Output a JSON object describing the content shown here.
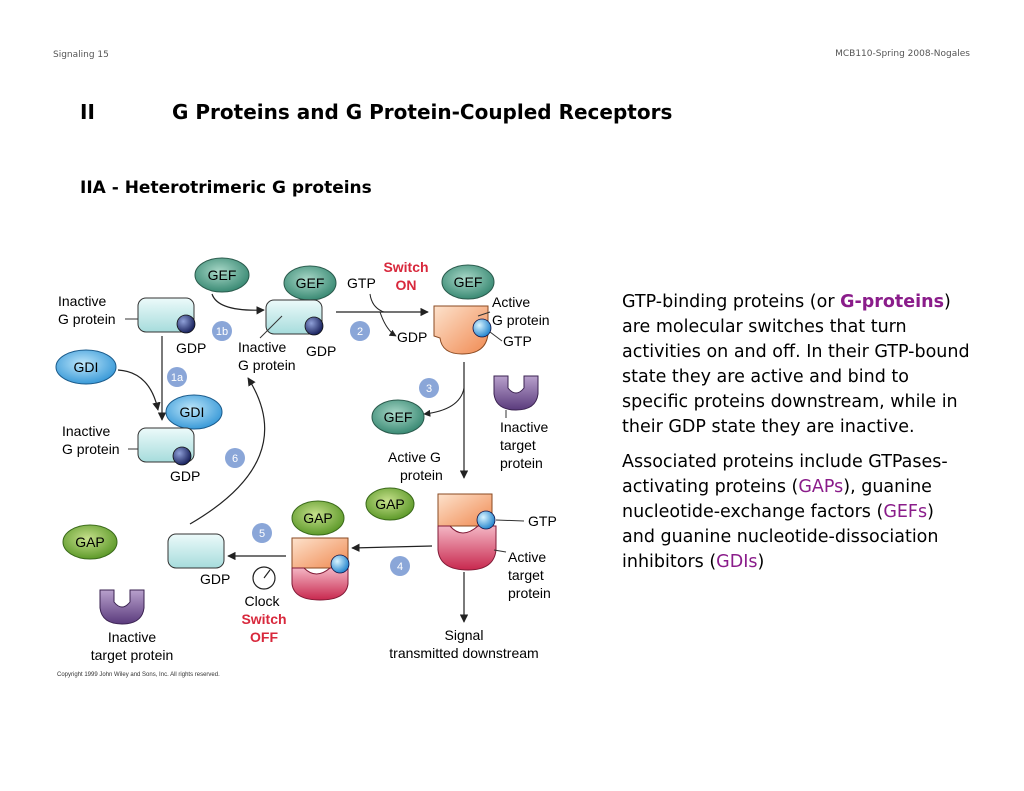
{
  "header": {
    "left": "Signaling 15",
    "right": "MCB110-Spring 2008-Nogales"
  },
  "title": {
    "section": "II",
    "text": "G Proteins and G Protein-Coupled Receptors"
  },
  "subtitle": "IIA - Heterotrimeric G proteins",
  "diagram": {
    "labels": {
      "inactive_g_protein_1_line1": "Inactive",
      "inactive_g_protein_1_line2": "G protein",
      "gdp_1": "GDP",
      "gef_1": "GEF",
      "gef_2": "GEF",
      "gtp_in": "GTP",
      "gdp_2": "GDP",
      "inactive_g_protein_2_line1": "Inactive",
      "inactive_g_protein_2_line2": "G protein",
      "switch_on_line1": "Switch",
      "switch_on_line2": "ON",
      "gef_3": "GEF",
      "gdp_out": "GDP",
      "active_g_protein_line1": "Active",
      "active_g_protein_line2": "G protein",
      "gtp_active": "GTP",
      "gdi_1": "GDI",
      "gdi_2": "GDI",
      "inactive_g_protein_3_line1": "Inactive",
      "inactive_g_protein_3_line2": "G protein",
      "gdp_3": "GDP",
      "gef_released": "GEF",
      "inactive_target_line1": "Inactive",
      "inactive_target_line2": "target",
      "inactive_target_line3": "protein",
      "active_g_protein_2_line1": "Active G",
      "active_g_protein_2_line2": "protein",
      "gap_1": "GAP",
      "gap_2": "GAP",
      "gap_3": "GAP",
      "gtp_complex": "GTP",
      "active_target_line1": "Active",
      "active_target_line2": "target",
      "active_target_line3": "protein",
      "gdp_4": "GDP",
      "clock": "Clock",
      "switch_off_line1": "Switch",
      "switch_off_line2": "OFF",
      "inactive_target_protein_line1": "Inactive",
      "inactive_target_protein_line2": "target protein",
      "signal_line1": "Signal",
      "signal_line2": "transmitted downstream"
    },
    "steps": [
      "1a",
      "1b",
      "2",
      "3",
      "4",
      "5",
      "6"
    ]
  },
  "copyright": "Copyright 1999 John Wiley and Sons, Inc. All rights reserved.",
  "body": {
    "p1": {
      "t1": "GTP-binding proteins (or ",
      "h1": "G-proteins",
      "t2": ") are molecular switches that turn activities on and off. In their GTP-bound state they are active and bind to specific proteins downstream, while in their GDP state they are inactive."
    },
    "p2": {
      "t1": "Associated proteins include GTPases-activating proteins (",
      "h1": "GAPs",
      "t2": "), guanine nucleotide-exchange factors (",
      "h2": "GEFs",
      "t3": ") and guanine nucleotide-dissociation inhibitors (",
      "h3": "GDIs",
      "t4": ")"
    }
  }
}
